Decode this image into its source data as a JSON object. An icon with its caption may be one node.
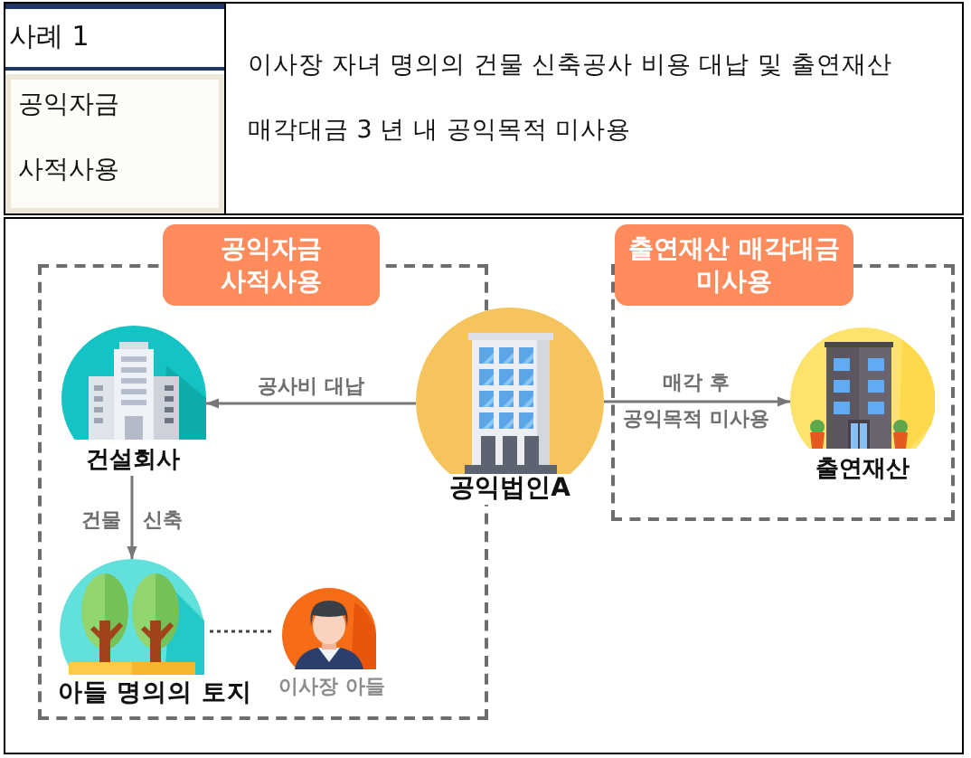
{
  "diagram": {
    "nodes": [
      {
        "text": [
          "공익자금 사적사용"
        ]
      },
      {
        "text": [
          "출연재산 매각대금 미사용"
        ]
      },
      {
        "text": [
          "건설회사"
        ],
        "in": 0
      },
      {
        "text": [
          "공익법인A"
        ]
      },
      {
        "text": [
          "출연재산"
        ],
        "in": 1
      },
      {
        "text": [
          "아들 명의의 토지"
        ],
        "in": 0
      },
      {
        "text": [
          "이사장 아들"
        ],
        "in": 0
      }
    ],
    "edges": [
      {
        "from": 3,
        "to": 2,
        "arrow": "to",
        "label": "공사비 대납"
      },
      {
        "from": 3,
        "to": 4,
        "arrow": "to",
        "label": "매각 후 공익목적 미사용"
      },
      {
        "from": 2,
        "to": 5,
        "arrow": "to",
        "label": "건물 신축"
      },
      {
        "from": 5,
        "to": 6,
        "arrow": "none",
        "style": "dashed",
        "color": "#444444"
      }
    ],
    "labels": [
      "사례 1",
      "공익자금",
      "사적사용",
      "이사장 자녀 명의의 건물 신축공사 비용 대납 및 출연재산 매각대금 3 년 내 공익목적 미사용"
    ]
  }
}
